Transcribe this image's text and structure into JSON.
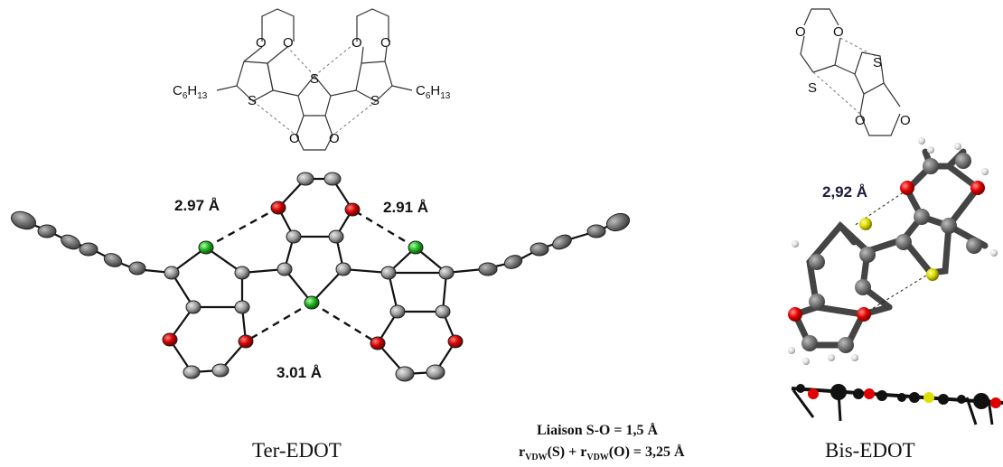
{
  "captions": {
    "left": "Ter-EDOT",
    "right": "Bis-EDOT"
  },
  "note": {
    "line1": "Liaison S-O = 1,5 Å",
    "line2_r1": "r",
    "line2_sub1": "VDW",
    "line2_mid": "(S) + r",
    "line2_sub2": "VDW",
    "line2_end": "(O) = 3,25 Å"
  },
  "distances": {
    "ter_left": "2.97 Å",
    "ter_right": "2.91 Å",
    "ter_bottom": "3.01 Å",
    "bis": "2,92 Å"
  },
  "atoms": {
    "O": "O",
    "S": "S"
  },
  "substituent": {
    "c": "C",
    "c_sub": "6",
    "h": "H",
    "h_sub": "13"
  },
  "colors": {
    "oxygen": "#d40000",
    "sulfur_green": "#1db51d",
    "sulfur_yellow": "#d8d800",
    "carbon": "#7a7a7a",
    "hydrogen": "#dddddd"
  }
}
